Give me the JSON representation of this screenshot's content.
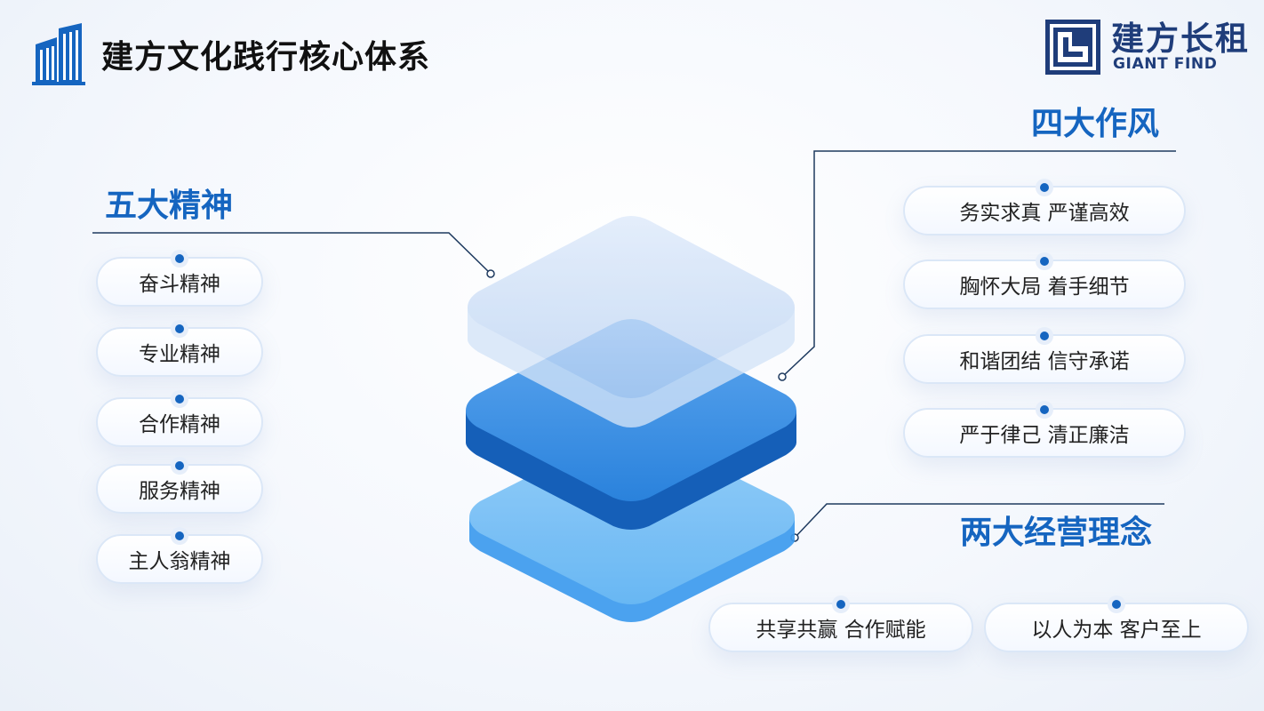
{
  "header": {
    "title": "建方文化践行核心体系",
    "building_icon": "building-icon"
  },
  "logo": {
    "cn": "建方长租",
    "en": "GIANT FIND",
    "mark_icon": "logo-mark-icon"
  },
  "five_spirits": {
    "heading": "五大精神",
    "items": [
      "奋斗精神",
      "专业精神",
      "合作精神",
      "服务精神",
      "主人翁精神"
    ]
  },
  "four_styles": {
    "heading": "四大作风",
    "items": [
      "务实求真 严谨高效",
      "胸怀大局 着手细节",
      "和谐团结 信守承诺",
      "严于律己 清正廉洁"
    ]
  },
  "two_concepts": {
    "heading": "两大经营理念",
    "items": [
      "共享共赢 合作赋能",
      "以人为本 客户至上"
    ]
  },
  "colors": {
    "accent": "#1565c0",
    "logo_blue": "#1f3d7a",
    "layer_top": "#c4d9f6",
    "layer_middle": "#1f78d6",
    "layer_bottom": "#5fb3f5"
  }
}
